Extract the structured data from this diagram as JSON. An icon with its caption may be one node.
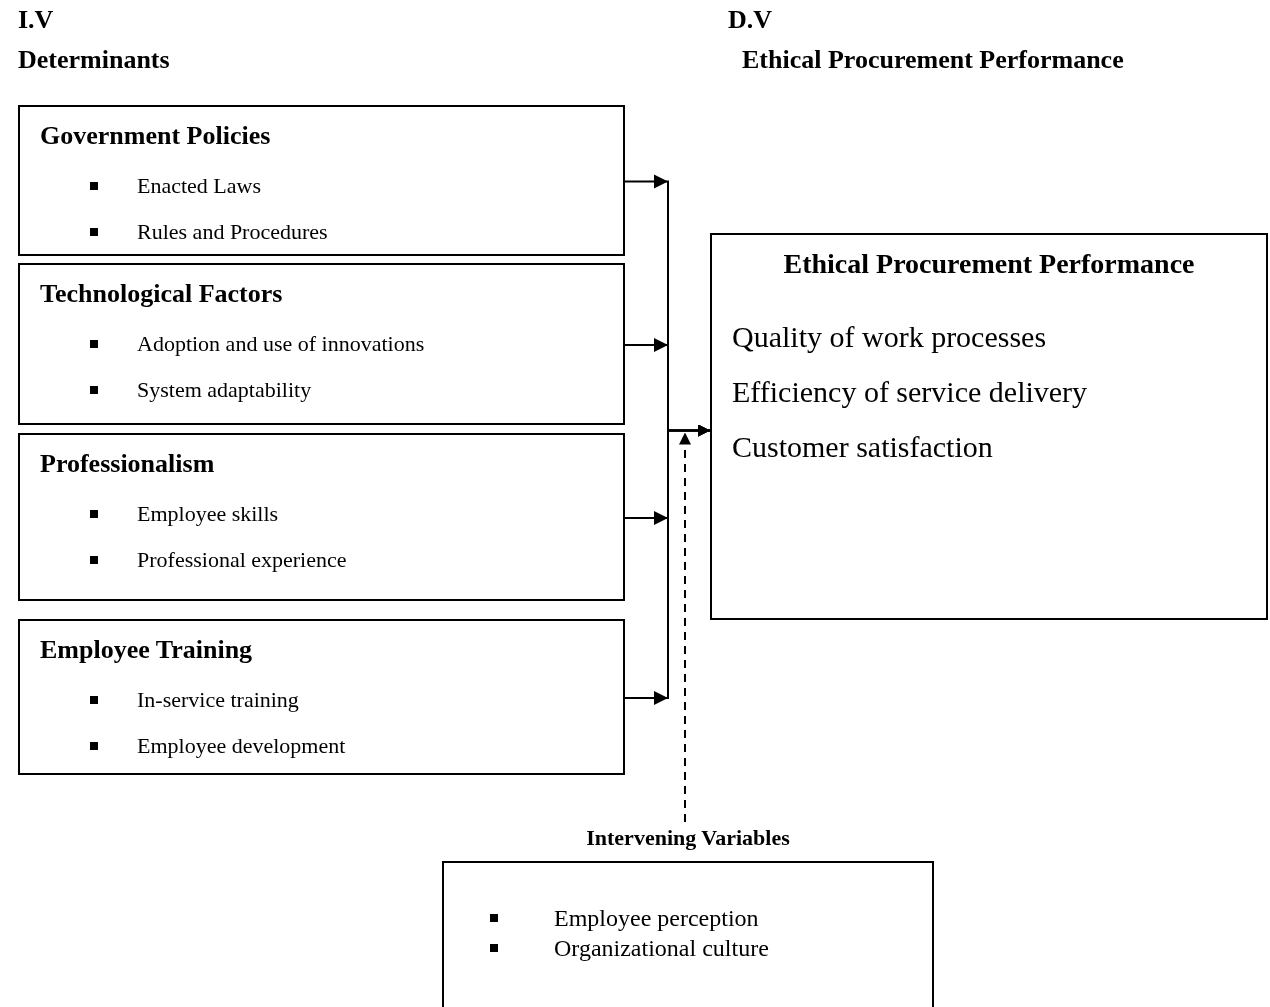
{
  "diagram": {
    "nodes": [
      {
        "text": [
          "Government Policies",
          "Enacted Laws",
          "Rules and Procedures"
        ]
      },
      {
        "text": [
          "Technological Factors",
          "Adoption and use of innovations",
          "System adaptability"
        ]
      },
      {
        "text": [
          "Professionalism",
          "Employee skills",
          "Professional experience"
        ]
      },
      {
        "text": [
          "Employee Training",
          "In-service training",
          "Employee development"
        ]
      },
      {
        "text": [
          "Ethical Procurement Performance",
          "Quality of work processes",
          "Efficiency of service delivery",
          "Customer satisfaction"
        ]
      },
      {
        "text": [
          "Intervening Variables",
          "Employee perception",
          "Organizational culture"
        ]
      }
    ],
    "edges": [
      {
        "from": 0,
        "to": 4,
        "arrow": "to"
      },
      {
        "from": 1,
        "to": 4,
        "arrow": "to"
      },
      {
        "from": 2,
        "to": 4,
        "arrow": "to"
      },
      {
        "from": 3,
        "to": 4,
        "arrow": "to"
      },
      {
        "from": 5,
        "to": 4,
        "arrow": "to",
        "style": "dashed"
      }
    ],
    "labels": [
      "I.V",
      "Determinants",
      "D.V",
      "Ethical Procurement Performance"
    ]
  }
}
